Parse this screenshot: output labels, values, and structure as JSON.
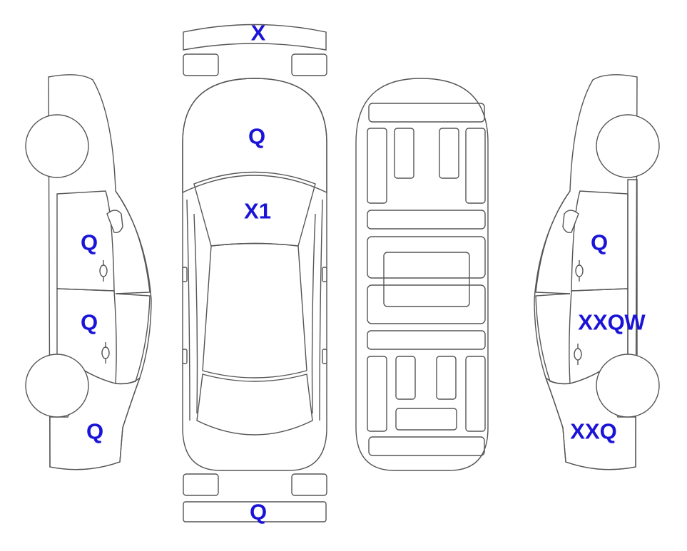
{
  "colors": {
    "damage_orange": "#f9a22b",
    "damage_lightblue": "#dff3fa",
    "label_blue": "#1a14d8",
    "outline": "#555555"
  },
  "labels": {
    "front_bumper": "X",
    "hood": "Q",
    "windshield": "X1",
    "rear_bumper": "Q",
    "left_front_door": "Q",
    "left_rear_door": "Q",
    "left_rear_quarter": "Q",
    "right_front_door": "Q",
    "right_rear_door": "XXQ",
    "right_pillar": "W",
    "right_rear_quarter": "XXQ"
  }
}
